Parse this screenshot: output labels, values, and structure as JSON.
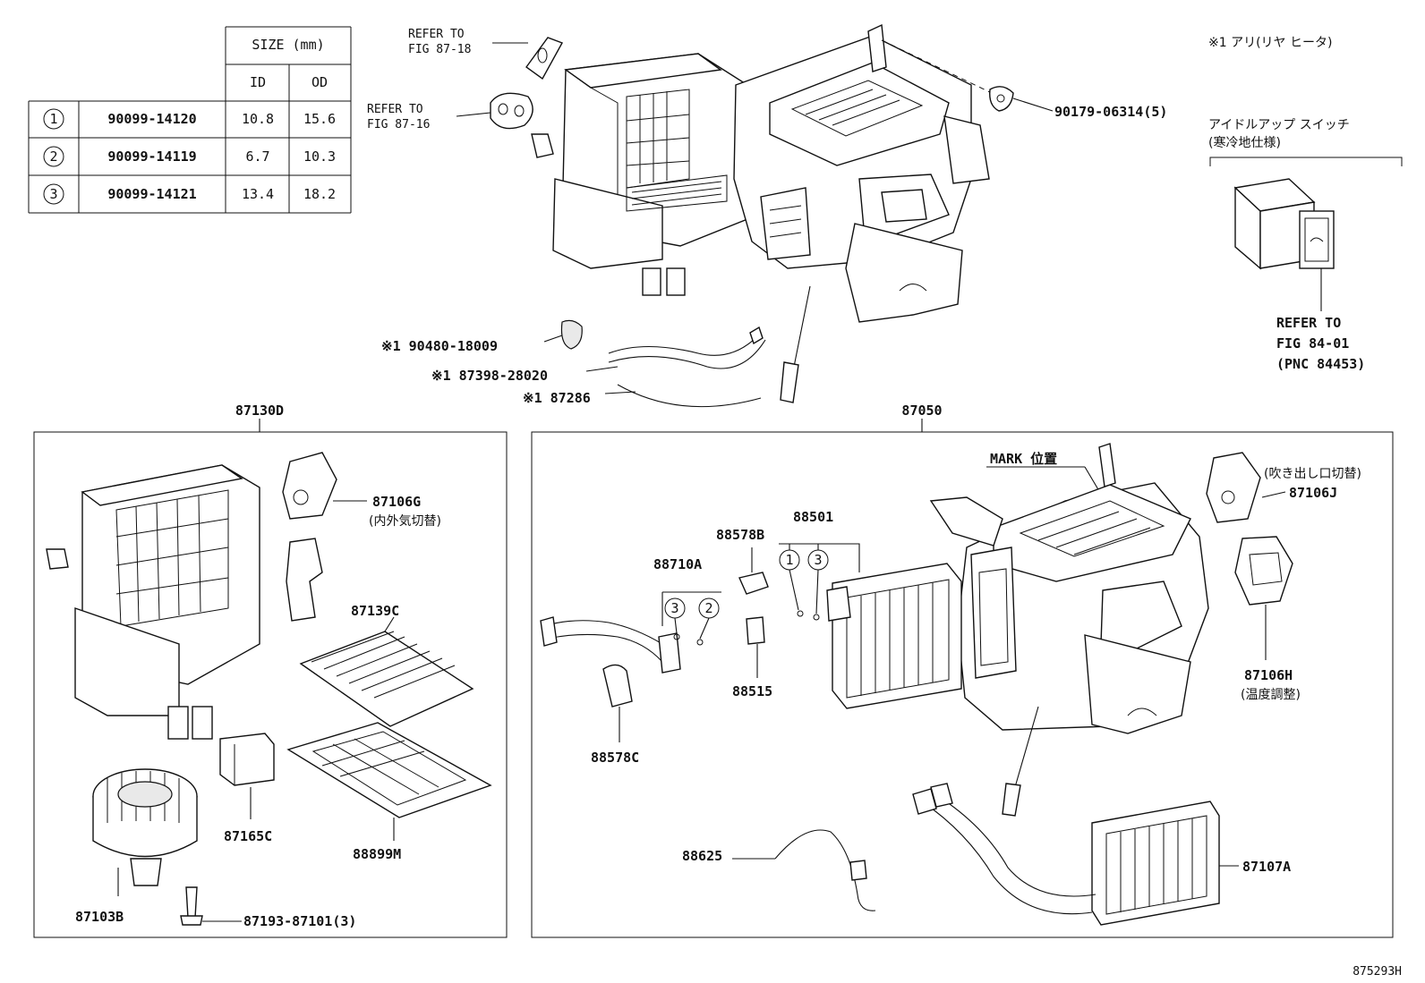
{
  "size_table": {
    "header_size": "SIZE (mm)",
    "col_id": "ID",
    "col_od": "OD",
    "rows": [
      {
        "no": "1",
        "part": "90099-14120",
        "id": "10.8",
        "od": "15.6"
      },
      {
        "no": "2",
        "part": "90099-14119",
        "id": "6.7",
        "od": "10.3"
      },
      {
        "no": "3",
        "part": "90099-14121",
        "id": "13.4",
        "od": "18.2"
      }
    ]
  },
  "top": {
    "refer_87_18_a": "REFER TO",
    "refer_87_18_b": "FIG 87-18",
    "refer_87_16_a": "REFER TO",
    "refer_87_16_b": "FIG 87-16",
    "note_rear_heater": "※1 アリ(リヤ ヒータ)",
    "part_90179": "90179-06314(5)",
    "idle_up_title": "アイドルアップ スイッチ",
    "idle_up_sub": "(寒冷地仕様)",
    "refer_84_01_a": "REFER TO",
    "refer_84_01_b": "FIG 84-01",
    "refer_84_01_c": "(PNC 84453)",
    "part_90480": "※1 90480-18009",
    "part_87398": "※1 87398-28020",
    "part_87286": "※1 87286"
  },
  "left_box": {
    "title": "87130D",
    "p87106G": "87106G",
    "p87106G_note": "(内外気切替)",
    "p87139C": "87139C",
    "p87165C": "87165C",
    "p88899M": "88899M",
    "p87103B": "87103B",
    "p87193": "87193-87101(3)"
  },
  "right_box": {
    "title": "87050",
    "mark": "MARK 位置",
    "p87106J_note": "(吹き出し口切替)",
    "p87106J": "87106J",
    "p88501": "88501",
    "p88578B": "88578B",
    "p88710A": "88710A",
    "p88515": "88515",
    "p88578C": "88578C",
    "p87106H": "87106H",
    "p87106H_note": "(温度調整)",
    "p88625": "88625",
    "p87107A": "87107A",
    "c1": "1",
    "c2": "2",
    "c3a": "3",
    "c3b": "3"
  },
  "footer_code": "875293H"
}
